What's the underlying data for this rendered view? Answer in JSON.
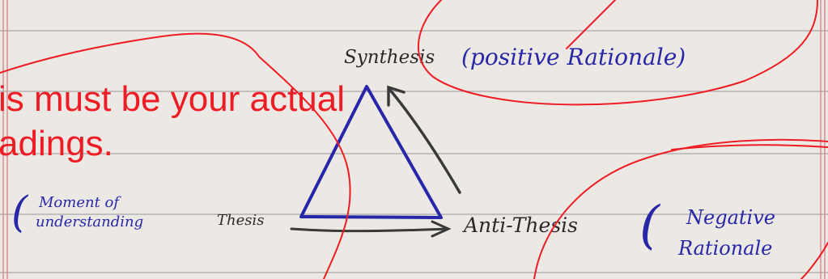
{
  "colors": {
    "paper": "#ece9e4",
    "rule_line": "#a9a8a6",
    "margin_line": "#d58a8f",
    "pen_blue": "#2727a8",
    "pen_black": "#3a3a3a",
    "overlay_red": "#ee1c24"
  },
  "diagram": {
    "apex_label": "Synthesis",
    "apex_note": "(positive Rationale)",
    "left_label": "Thesis",
    "left_note_line1": "Moment of",
    "left_note_line2": "understanding",
    "right_label": "Anti-Thesis",
    "right_note_line1": "Negative",
    "right_note_line2": "Rationale"
  },
  "overlay": {
    "line1": "is must be your actual",
    "line2": "adings."
  }
}
